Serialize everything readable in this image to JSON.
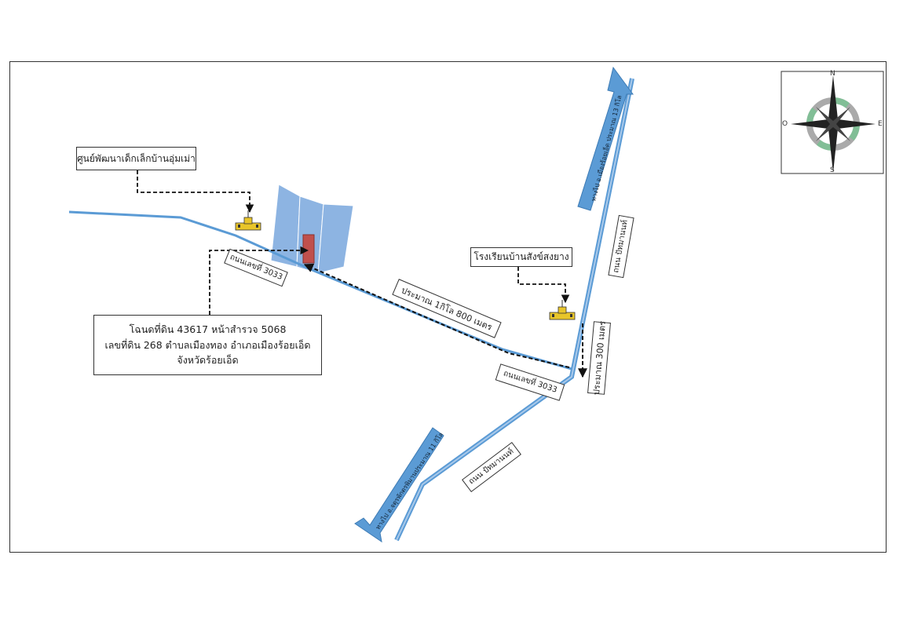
{
  "map": {
    "poi_child_center": "ศูนย์พัฒนาเด็กเล็กบ้านอุ่มเม่า",
    "poi_school": "โรงเรียนบ้านสังข์สงยาง",
    "land_title": {
      "line1": "โฉนดที่ดิน 43617 หน้าสำรวจ 5068",
      "line2": "เลขที่ดิน 268 ตำบลเมืองทอง อำเภอเมืองร้อยเอ็ด",
      "line3": "จังหวัดร้อยเอ็ด"
    },
    "road_3033_upper": "ถนนเลขที่ 3033",
    "road_3033_lower": "ถนนเลขที่ 3033",
    "road_pattana_upper": "ถนน ปัทมานนท์",
    "road_pattana_lower": "ถนน ปัทมานนท์",
    "distance_1800": "ประมาณ 1กิโล 800 เมตร",
    "distance_300": "ประมาณ 300 เมตร",
    "to_roiet": "ทางไป อ.เมืองร้อยเอ็ด ประมาณ 13 กิโล",
    "to_south": "ทางไป อ.จตุรพักตรพิมานประมาณ 11 กิโล",
    "compass": {
      "n": "N",
      "s": "S",
      "e": "E",
      "w": "O"
    }
  },
  "colors": {
    "road": "#5b9bd5",
    "plot": "#8db4e2",
    "target": "#c0504d"
  }
}
